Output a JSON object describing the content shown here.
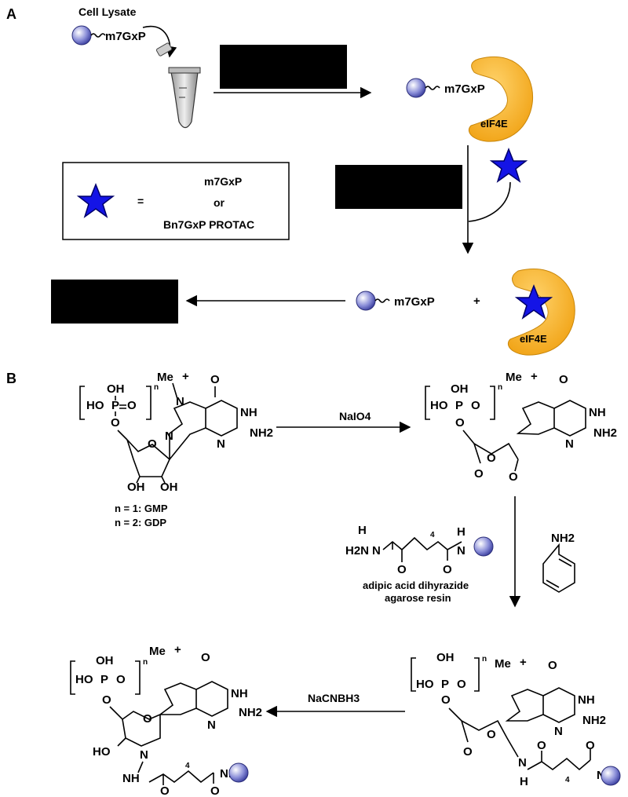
{
  "panel_a": {
    "label": "A",
    "cell_lysate": "Cell Lysate",
    "bead_probe": "m7GxP",
    "protein": "eIF4E",
    "legend_eq": "=",
    "legend_option_1": "m7GxP",
    "legend_or": "or",
    "legend_option_2": "Bn7GxP PROTAC",
    "plus": "+"
  },
  "panel_b": {
    "label": "B",
    "reagent_periodate": "NaIO4",
    "reagent_reduction": "NaCNBH3",
    "n_gmp": "n = 1: GMP",
    "n_gdp": "n = 2: GDP",
    "resin_line1": "adipic acid dihyrazide",
    "resin_line2": "agarose resin",
    "n_sup": "n",
    "chain_sub": "4",
    "methyl": "Me",
    "plus_charge": "+",
    "oh": "OH",
    "ho": "HO",
    "p": "P",
    "o": "O",
    "nh": "NH",
    "nh2": "NH2",
    "n": "N",
    "h": "H",
    "h2n": "H2N"
  },
  "colors": {
    "bead": "#5b5fbf",
    "protein": "#f5a81c",
    "star": "#1414e6"
  }
}
